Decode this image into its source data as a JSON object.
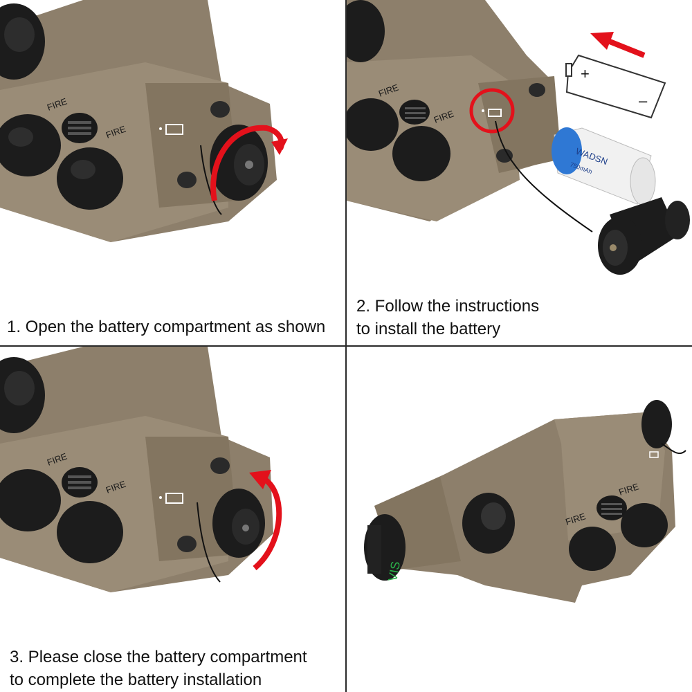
{
  "steps": [
    {
      "caption_lines": [
        "1. Open the battery compartment as shown"
      ]
    },
    {
      "caption_lines": [
        "2. Follow the instructions",
        "to install the battery"
      ]
    },
    {
      "caption_lines": [
        "3. Please close the battery compartment",
        "to complete the battery installation"
      ]
    }
  ],
  "device": {
    "button_label": "FIRE",
    "mode_label": "VIS"
  },
  "battery": {
    "plus": "+",
    "minus": "–",
    "brand": "WADSN",
    "capacity": "750mAh"
  },
  "colors": {
    "housing_tan": "#8d7f6b",
    "housing_shadow": "#6e6252",
    "button_black": "#1c1c1c",
    "arrow_red": "#e3111b",
    "divider": "#2a2a2a",
    "mode_label_green": "#2bb24a"
  }
}
